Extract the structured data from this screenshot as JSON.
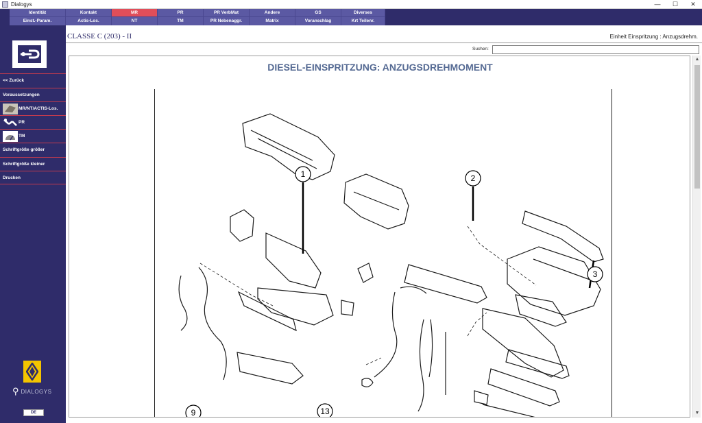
{
  "window": {
    "title": "Dialogys",
    "minimize": "—",
    "maximize": "☐",
    "close": "✕"
  },
  "menu": {
    "columns": [
      {
        "top": "Identität",
        "bottom": "Einst.-Param."
      },
      {
        "top": "Kontakt",
        "bottom": "Actis-Los."
      },
      {
        "top": "MR",
        "bottom": "NT"
      },
      {
        "top": "PR",
        "bottom": "TM"
      },
      {
        "top": "PR VerbMat",
        "bottom": "PR Nebenaggr."
      },
      {
        "top": "Andere",
        "bottom": "Matrix"
      },
      {
        "top": "GS",
        "bottom": "Voranschlag"
      },
      {
        "top": "Diverses",
        "bottom": "Krt Teilenr."
      }
    ]
  },
  "sidebar": {
    "items": [
      {
        "label": "<< Zurück"
      },
      {
        "label": "Voraussetzungen"
      },
      {
        "label": "MR/NT/ACTIS-Los."
      },
      {
        "label": "PR"
      },
      {
        "label": "TM"
      },
      {
        "label": "Schriftgröße größer"
      },
      {
        "label": "Schriftgröße kleiner"
      },
      {
        "label": "Drucken"
      }
    ],
    "brand": "DIALOGYS",
    "lang_badge": "DE"
  },
  "main": {
    "vehicle_title": "CLASSE C (203) - II",
    "section_title": "Einheit Einspritzung : Anzugsdrehm.",
    "search_label": "Suchen:",
    "search_value": "",
    "doc_title": "DIESEL-EINSPRITZUNG: ANZUGSDREHMOMENT",
    "callouts": [
      "1",
      "2",
      "3",
      "9",
      "13"
    ]
  },
  "colors": {
    "menu_bg": "#2f2c6a",
    "menu_active": "#5b59a3",
    "menu_highlight": "#e14e5a",
    "sidebar_divider": "#c43a4d",
    "doc_title": "#556a93"
  }
}
